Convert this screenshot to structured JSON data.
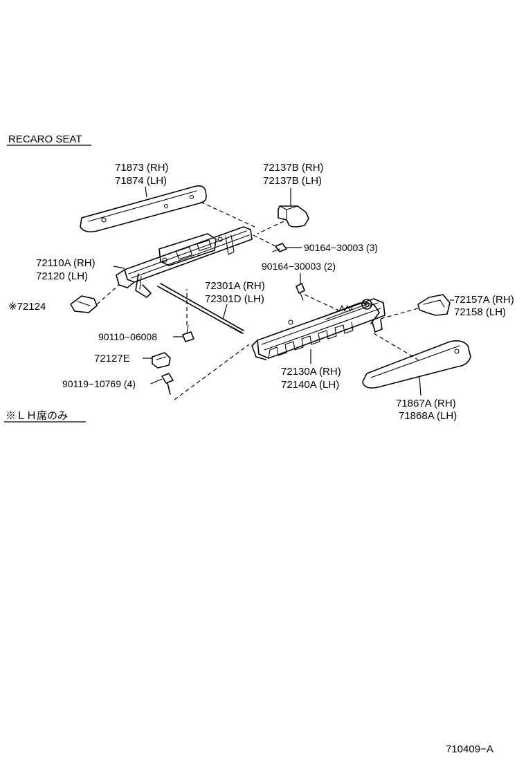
{
  "header": {
    "section_title": "RECARO SEAT",
    "note": "※ＬＨ席のみ"
  },
  "footer": {
    "figure_id": "710409−A"
  },
  "parts": {
    "p71873": {
      "l1": "71873 (RH)",
      "l2": "71874 (LH)"
    },
    "p72137b": {
      "l1": "72137B (RH)",
      "l2": "72137B (LH)"
    },
    "p90164_3": {
      "l1": "90164−30003 (3)"
    },
    "p90164_2": {
      "l1": "90164−30003 (2)"
    },
    "p72110a": {
      "l1": "72110A (RH)",
      "l2": "72120   (LH)"
    },
    "p72124": {
      "l1": "※72124"
    },
    "p72301a": {
      "l1": "72301A (RH)",
      "l2": "72301D (LH)"
    },
    "p72157a": {
      "l1": "72157A (RH)",
      "l2": "72158   (LH)"
    },
    "p90110": {
      "l1": "90110−06008"
    },
    "p72127e": {
      "l1": "72127E"
    },
    "p72130a": {
      "l1": "72130A (RH)",
      "l2": "72140A (LH)"
    },
    "p90119": {
      "l1": "90119−10769 (4)"
    },
    "p71867a": {
      "l1": "71867A (RH)",
      "l2": "71868A (LH)"
    }
  }
}
